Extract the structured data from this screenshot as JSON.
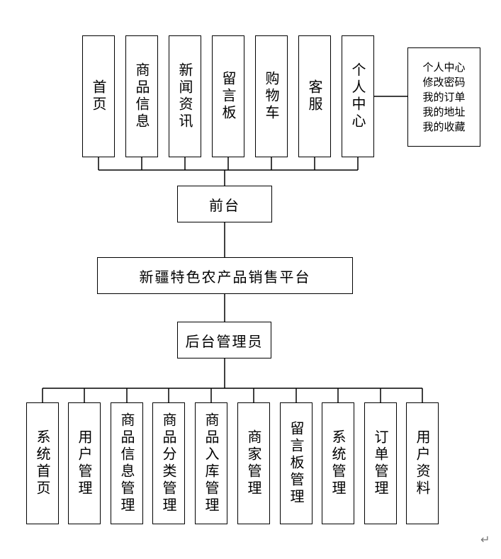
{
  "platform": "新疆特色农产品销售平台",
  "frontend": {
    "label": "前台",
    "modules": [
      {
        "id": "home",
        "label": "首页"
      },
      {
        "id": "product-info",
        "label": "商品信息"
      },
      {
        "id": "news",
        "label": "新闻资讯"
      },
      {
        "id": "message-board",
        "label": "留言板"
      },
      {
        "id": "cart",
        "label": "购物车"
      },
      {
        "id": "customer-service",
        "label": "客服"
      },
      {
        "id": "personal-center",
        "label": "个人中心"
      }
    ],
    "personal_center_items": [
      "个人中心",
      "修改密码",
      "我的订单",
      "我的地址",
      "我的收藏"
    ]
  },
  "backend": {
    "label": "后台管理员",
    "modules": [
      {
        "id": "system-home",
        "label": "系统首页"
      },
      {
        "id": "user-management",
        "label": "用户管理"
      },
      {
        "id": "product-info-management",
        "label": "商品信息管理"
      },
      {
        "id": "category-management",
        "label": "商品分类管理"
      },
      {
        "id": "stock-in-management",
        "label": "商品入库管理"
      },
      {
        "id": "merchant-management",
        "label": "商家管理"
      },
      {
        "id": "message-board-management",
        "label": "留言板管理"
      },
      {
        "id": "system-management",
        "label": "系统管理"
      },
      {
        "id": "order-management",
        "label": "订单管理"
      },
      {
        "id": "user-profile",
        "label": "用户资料"
      }
    ]
  },
  "return_mark": "↵"
}
